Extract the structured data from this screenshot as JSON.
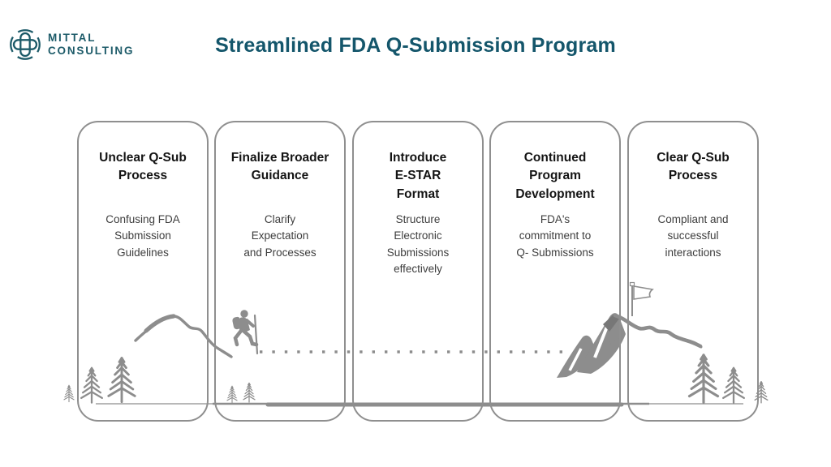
{
  "header": {
    "logo": {
      "icon": "mittal-cross-logo-icon",
      "name_line1": "MITTAL",
      "name_line2": "CONSULTING"
    },
    "title": "Streamlined FDA Q-Submission Program"
  },
  "cards": [
    {
      "title": "Unclear Q-Sub\nProcess",
      "description": "Confusing FDA\nSubmission\nGuidelines"
    },
    {
      "title": "Finalize Broader\nGuidance",
      "description": "Clarify\nExpectation\nand Processes"
    },
    {
      "title": "Introduce\nE-STAR\nFormat",
      "description": "Structure\nElectronic\nSubmissions\neffectively"
    },
    {
      "title": "Continued\nProgram\nDevelopment",
      "description": "FDA's\ncommitment to\nQ- Submissions"
    },
    {
      "title": "Clear Q-Sub\nProcess",
      "description": "Compliant and\nsuccessful\ninteractions"
    }
  ],
  "illustration": {
    "icons": [
      "mountain-ridge-icon",
      "hiker-icon",
      "dotted-trail",
      "summit-mountain-icon",
      "summit-flag-icon",
      "pine-tree-icon",
      "ground-line"
    ]
  },
  "colors": {
    "brand_teal": "#1d5b69",
    "title_teal": "#14566b",
    "heading_text": "#141414",
    "body_text": "#3d3d3d",
    "card_border": "#8f8f8f",
    "illustration_gray": "#8d8d8d"
  }
}
